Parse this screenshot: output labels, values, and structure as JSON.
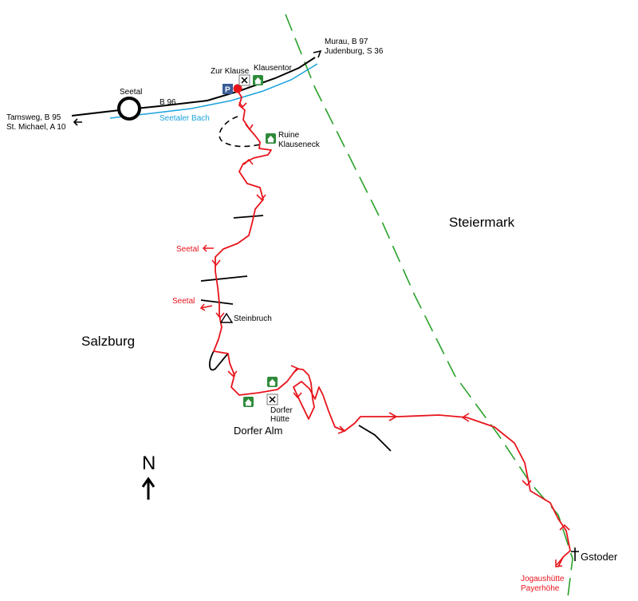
{
  "map": {
    "regions": {
      "steiermark": "Steiermark",
      "salzburg": "Salzburg",
      "dorfer_alm": "Dorfer Alm"
    },
    "places": {
      "seetal": "Seetal",
      "zur_klause": "Zur Klause",
      "klausentor": "Klausentor",
      "ruine_line1": "Ruine",
      "ruine_line2": "Klauseneck",
      "steinbruch": "Steinbruch",
      "dorfer_huette_line1": "Dorfer",
      "dorfer_huette_line2": "Hütte",
      "gstoder": "Gstoder"
    },
    "roads": {
      "b96": "B 96",
      "west_line1": "Tamsweg, B 95",
      "west_line2": "St. Michael, A 10",
      "east_line1": "Murau, B 97",
      "east_line2": "Judenburg, S 36"
    },
    "water": {
      "seetaler_bach": "Seetaler Bach"
    },
    "route_exits": {
      "seetal_1": "Seetal",
      "seetal_2": "Seetal",
      "south_line1": "Jogaushütte",
      "south_line2": "Payerhöhe"
    },
    "symbols": {
      "parking": "P",
      "north": "N"
    },
    "colors": {
      "route": "#e8141c",
      "border": "#2aa12a",
      "stream": "#1aa3dd",
      "road": "#000000",
      "hut_icon": "#2e8b3a",
      "parking": "#3a5a98"
    }
  }
}
